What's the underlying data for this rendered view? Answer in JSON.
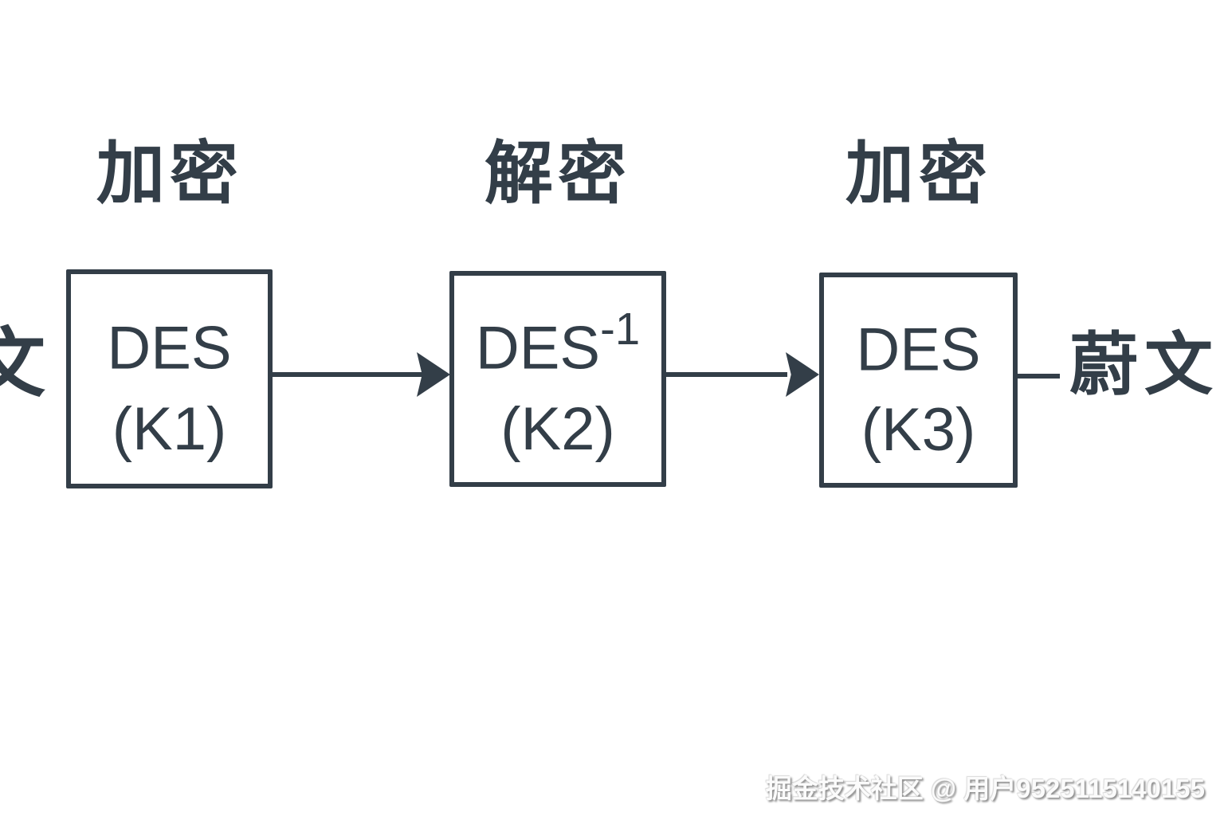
{
  "diagram": {
    "title_meaning": "Triple DES encrypt-decrypt-encrypt flow",
    "stage_labels": [
      "加密",
      "解密",
      "加密"
    ],
    "boxes": [
      {
        "base": "DES",
        "sup": "",
        "key": "(K1)"
      },
      {
        "base": "DES",
        "sup": "-1",
        "key": "(K2)"
      },
      {
        "base": "DES",
        "sup": "",
        "key": "(K3)"
      }
    ],
    "input_label": "文",
    "output_label": "蔚文",
    "colors": {
      "stroke": "#333e48",
      "background": "#ffffff"
    }
  },
  "watermark": {
    "text": "掘金技术社区 @ 用户9525115140155"
  }
}
